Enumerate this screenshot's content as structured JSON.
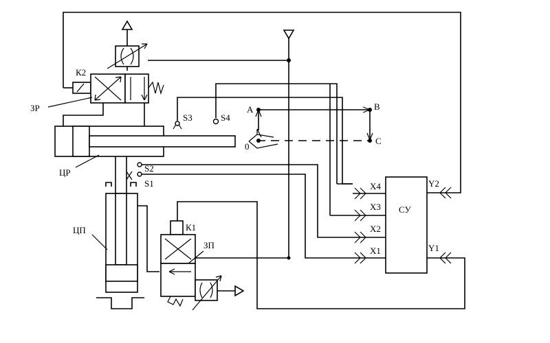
{
  "labels": {
    "k2": "К2",
    "zr": "ЗР",
    "s3": "S3",
    "s4": "S4",
    "a": "A",
    "b": "B",
    "c": "C",
    "zero": "0",
    "tsr": "ЦР",
    "s2": "S2",
    "s1": "S1",
    "x4": "X4",
    "x3": "X3",
    "x2": "X2",
    "x1": "X1",
    "y2": "Y2",
    "y1": "Y1",
    "su": "СУ",
    "k1": "К1",
    "zp": "ЗП",
    "tsp": "ЦП"
  }
}
